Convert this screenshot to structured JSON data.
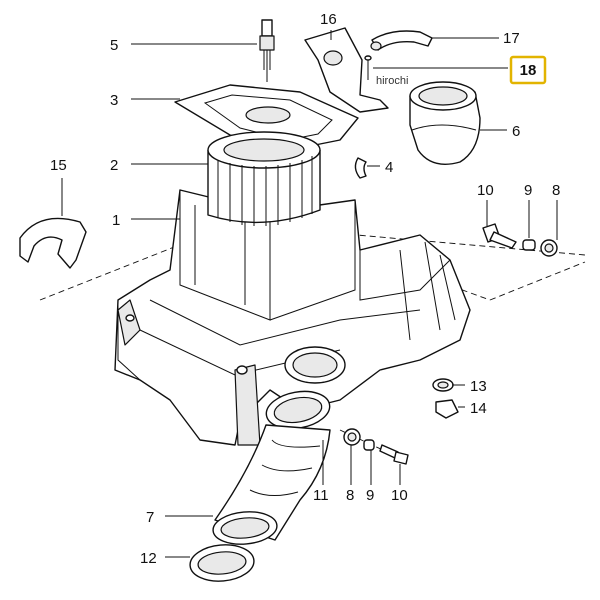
{
  "labels": [
    {
      "id": "1",
      "text": "1"
    },
    {
      "id": "2",
      "text": "2"
    },
    {
      "id": "3",
      "text": "3"
    },
    {
      "id": "4",
      "text": "4"
    },
    {
      "id": "5",
      "text": "5"
    },
    {
      "id": "6",
      "text": "6"
    },
    {
      "id": "7",
      "text": "7"
    },
    {
      "id": "8a",
      "text": "8"
    },
    {
      "id": "8b",
      "text": "8"
    },
    {
      "id": "9a",
      "text": "9"
    },
    {
      "id": "9b",
      "text": "9"
    },
    {
      "id": "10a",
      "text": "10"
    },
    {
      "id": "10b",
      "text": "10"
    },
    {
      "id": "11",
      "text": "11"
    },
    {
      "id": "12",
      "text": "12"
    },
    {
      "id": "13",
      "text": "13"
    },
    {
      "id": "14",
      "text": "14"
    },
    {
      "id": "15",
      "text": "15"
    },
    {
      "id": "16",
      "text": "16"
    },
    {
      "id": "17",
      "text": "17"
    }
  ],
  "highlight": {
    "text": "18",
    "color": "#e2b400"
  },
  "watermark": "hirochi"
}
